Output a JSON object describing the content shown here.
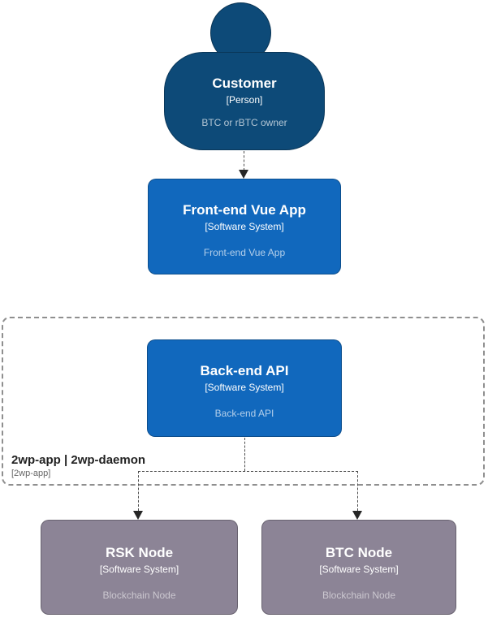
{
  "nodes": {
    "customer": {
      "title": "Customer",
      "type": "[Person]",
      "description": "BTC or rBTC owner"
    },
    "frontend": {
      "title": "Front-end Vue App",
      "type": "[Software System]",
      "description": "Front-end Vue App"
    },
    "backend": {
      "title": "Back-end API",
      "type": "[Software System]",
      "description": "Back-end API"
    },
    "rsk": {
      "title": "RSK Node",
      "type": "[Software System]",
      "description": "Blockchain Node"
    },
    "btc": {
      "title": "BTC Node",
      "type": "[Software System]",
      "description": "Blockchain Node"
    }
  },
  "boundary": {
    "title": "2wp-app | 2wp-daemon",
    "subtitle": "[2wp-app]"
  },
  "colors": {
    "person_fill": "#0d4a78",
    "system_fill": "#1168bd",
    "external_fill": "#8c8496",
    "edge_color": "#4d4d4d",
    "arrow_color": "#262626",
    "boundary_border": "#8f8f8f",
    "boundary_title_color": "#222222",
    "boundary_subtitle_color": "#666666",
    "canvas_bg": "#ffffff"
  }
}
